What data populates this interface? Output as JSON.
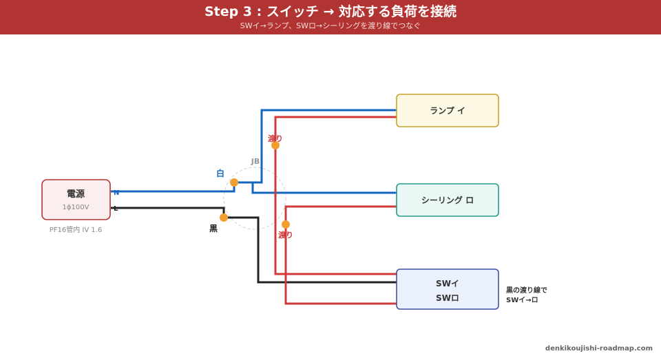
{
  "header": {
    "title": "Step 3 : スイッチ → 対応する負荷を接続",
    "subtitle": "SWイ→ランプ、SWロ→シーリングを渡り線でつなぐ"
  },
  "power": {
    "title": "電源",
    "spec": "1ϕ100V",
    "cable": "PF16管内 IV 1.6",
    "n_label": "N",
    "l_label": "L"
  },
  "junction": {
    "label": "JB"
  },
  "wire_labels": {
    "white": "白",
    "black": "黒",
    "jumper": "渡り"
  },
  "loads": {
    "lamp": "ランプ イ",
    "ceiling": "シーリング ロ"
  },
  "switch": {
    "line1": "SWイ",
    "line2": "SWロ"
  },
  "note": {
    "line1": "黒の渡り線で",
    "line2": "SWイ→ロ"
  },
  "footer": {
    "site": "denkikoujishi-roadmap.com"
  },
  "colors": {
    "header": "#b23432",
    "neutral_wire": "#1565c0",
    "line_wire": "#222222",
    "switched_wire": "#d03a3a",
    "connector": "#f0a030"
  }
}
